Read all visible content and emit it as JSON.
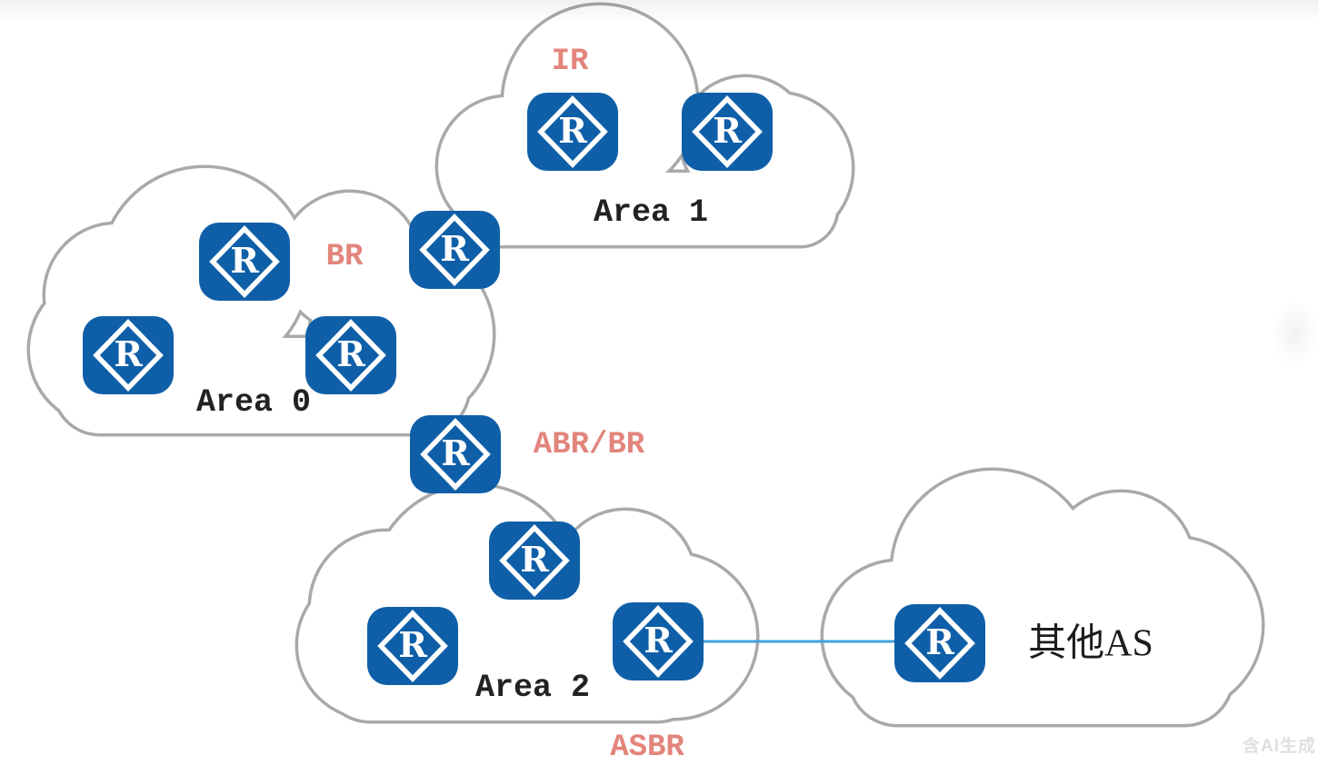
{
  "diagram": {
    "areas": [
      {
        "name": "area-1",
        "label": "Area 1"
      },
      {
        "name": "area-0",
        "label": "Area 0"
      },
      {
        "name": "area-2",
        "label": "Area 2"
      },
      {
        "name": "other-as",
        "label": "其他AS"
      }
    ],
    "roles": [
      {
        "name": "ir",
        "label": "IR"
      },
      {
        "name": "br",
        "label": "BR"
      },
      {
        "name": "abr-br",
        "label": "ABR/BR"
      },
      {
        "name": "asbr",
        "label": "ASBR"
      }
    ],
    "router_letter": "R",
    "routers": [
      {
        "name": "area1-ir-router-1",
        "area": "Area 1"
      },
      {
        "name": "area1-ir-router-2",
        "area": "Area 1"
      },
      {
        "name": "br-router",
        "between": [
          "Area 0",
          "Area 1"
        ]
      },
      {
        "name": "area0-router-1",
        "area": "Area 0"
      },
      {
        "name": "area0-router-2",
        "area": "Area 0"
      },
      {
        "name": "area0-router-3",
        "area": "Area 0"
      },
      {
        "name": "abr-br-router",
        "between": [
          "Area 0",
          "Area 2"
        ]
      },
      {
        "name": "area2-router-1",
        "area": "Area 2"
      },
      {
        "name": "area2-router-2",
        "area": "Area 2"
      },
      {
        "name": "asbr-router",
        "area": "Area 2"
      },
      {
        "name": "other-as-router",
        "area": "其他AS"
      }
    ],
    "connections": [
      {
        "from": "asbr-router",
        "to": "other-as-router",
        "color": "#41a0dd"
      }
    ],
    "watermark": "含AI生成",
    "colors": {
      "router_blue": "#0f5fa8",
      "link_blue": "#41a0dd",
      "cloud_stroke": "#a9a9a9",
      "label_red": "#e2857c",
      "label_dark": "#222222",
      "watermark_gray": "#e0e0e0"
    }
  }
}
